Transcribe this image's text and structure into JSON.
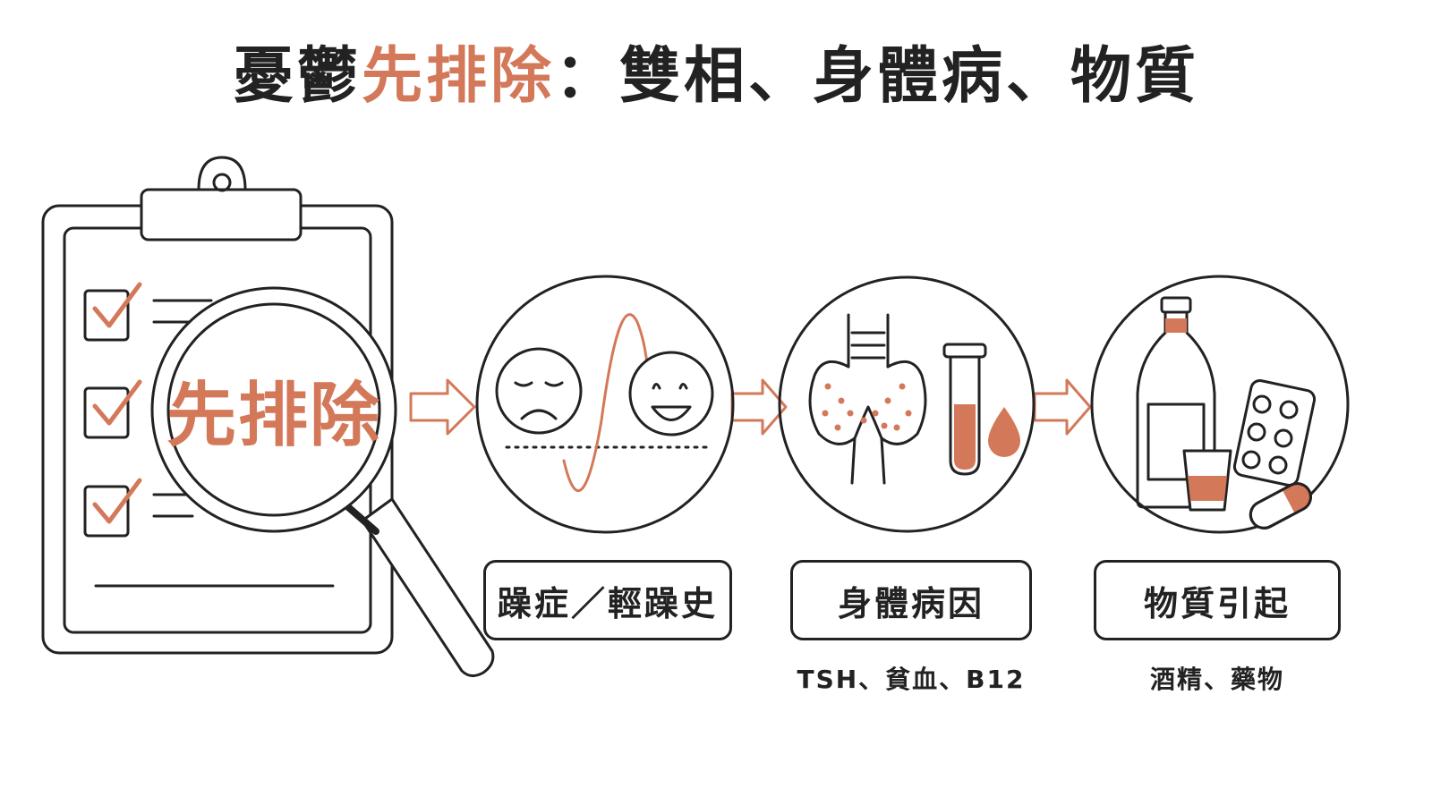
{
  "title": {
    "prefix": "憂鬱",
    "highlight": "先排除",
    "suffix": "：雙相、身體病、物質"
  },
  "lens_text": "先排除",
  "steps": [
    {
      "label": "躁症／輕躁史",
      "sub": ""
    },
    {
      "label": "身體病因",
      "sub": "TSH、貧血、B12"
    },
    {
      "label": "物質引起",
      "sub": "酒精、藥物"
    }
  ],
  "colors": {
    "accent": "#d4785a",
    "ink": "#222222",
    "background": "#ffffff"
  }
}
